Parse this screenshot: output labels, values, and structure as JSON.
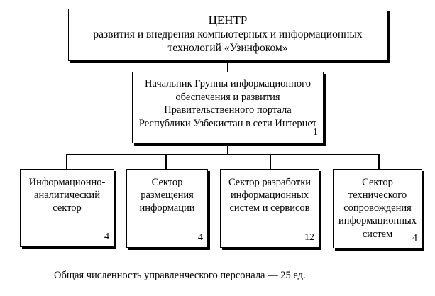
{
  "center": {
    "title": "ЦЕНТР",
    "subtitle_line1": "развития и внедрения компьютерных и информационных",
    "subtitle_line2": "технологий «Узинфоком»"
  },
  "head_unit": {
    "line1": "Начальник Группы информационного",
    "line2": "обеспечения и развития",
    "line3": "Правительственного портала",
    "line4": "Республики Узбекистан в сети Интернет",
    "count": "1"
  },
  "sectors": [
    {
      "line1": "Информационно-",
      "line2": "аналитический",
      "line3": "сектор",
      "line4": "",
      "count": "4"
    },
    {
      "line1": "Сектор",
      "line2": "размещения",
      "line3": "информации",
      "line4": "",
      "count": "4"
    },
    {
      "line1": "Сектор разработки",
      "line2": "информационных",
      "line3": "систем и сервисов",
      "line4": "",
      "count": "12"
    },
    {
      "line1": "Сектор",
      "line2": "технического",
      "line3": "сопровождения",
      "line4": "информационных",
      "line5": "систем",
      "count": "4"
    }
  ],
  "footer": "Общая численность управленческого персонала — 25 ед."
}
